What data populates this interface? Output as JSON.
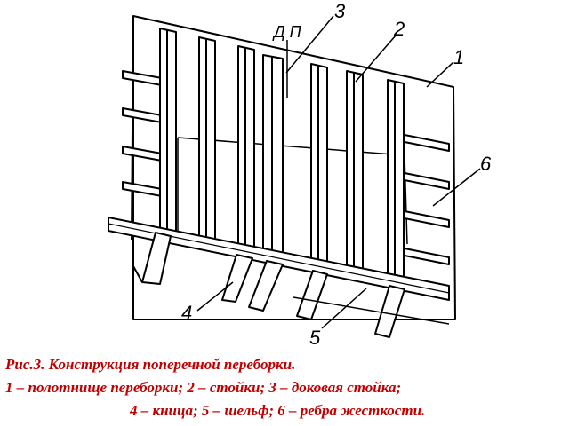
{
  "figure": {
    "labels": {
      "l1": "1",
      "l2": "2",
      "l3": "3",
      "l4": "4",
      "l5": "5",
      "l6": "6",
      "dp": "Д П"
    }
  },
  "caption": {
    "line1": "Рис.3. Конструкция поперечной переборки.",
    "line2": "1 – полотнище переборки; 2 – стойки; 3 – доковая стойка;",
    "line3": "4 – кница; 5 – шельф; 6 – ребра жесткости."
  }
}
